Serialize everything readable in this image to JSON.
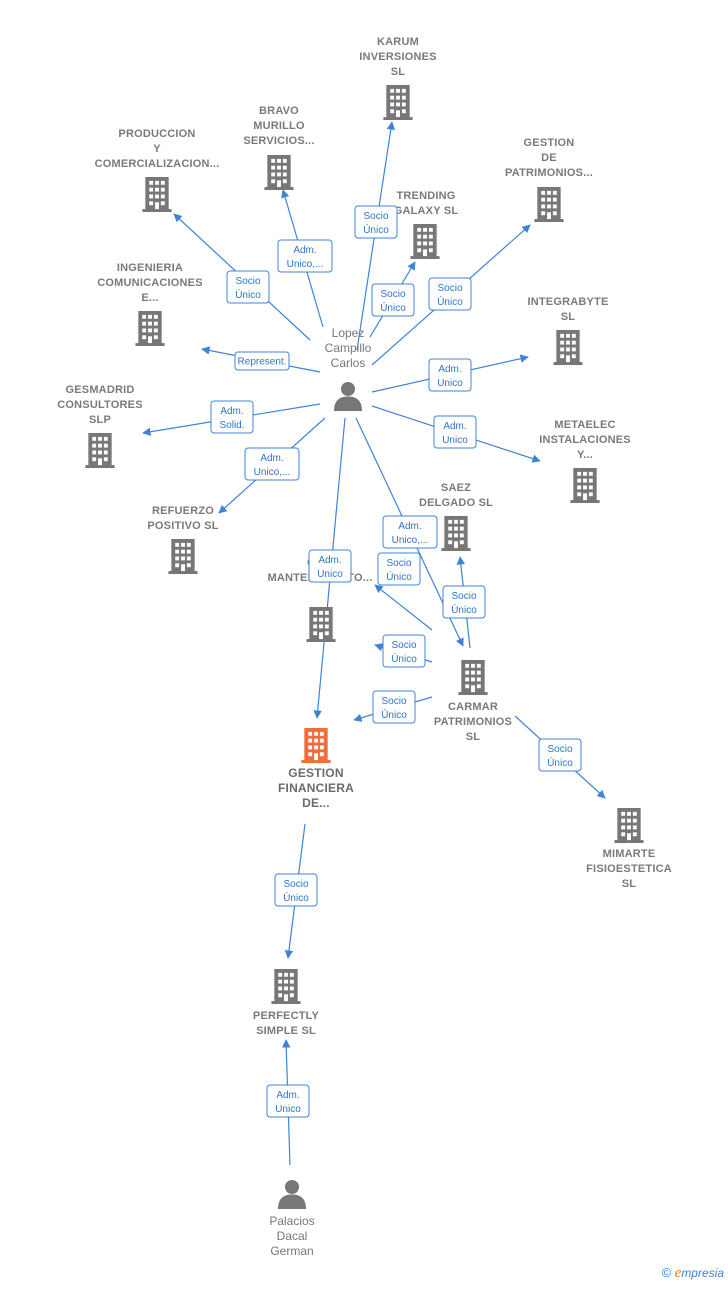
{
  "colors": {
    "edge": "#3f83d6",
    "building": "#777777",
    "focus_building": "#f26b3a",
    "badge_text": "#2f74c9",
    "label": "#7a7a7a"
  },
  "nodes": [
    {
      "id": "karum",
      "type": "company",
      "label": [
        "KARUM",
        "INVERSIONES",
        "SL"
      ]
    },
    {
      "id": "bravo",
      "type": "company",
      "label": [
        "BRAVO",
        "MURILLO",
        "SERVICIOS..."
      ]
    },
    {
      "id": "produccion",
      "type": "company",
      "label": [
        "PRODUCCION",
        "Y",
        "COMERCIALIZACION..."
      ]
    },
    {
      "id": "trending",
      "type": "company",
      "label": [
        "TRENDING",
        "GALAXY SL"
      ]
    },
    {
      "id": "gestion_patr",
      "type": "company",
      "label": [
        "GESTION",
        "DE",
        "PATRIMONIOS..."
      ]
    },
    {
      "id": "ingenieria",
      "type": "company",
      "label": [
        "INGENIERIA",
        "COMUNICACIONES",
        "E..."
      ]
    },
    {
      "id": "integrabyte",
      "type": "company",
      "label": [
        "INTEGRABYTE",
        "SL"
      ]
    },
    {
      "id": "lopez",
      "type": "person",
      "label": [
        "Lopez",
        "Campillo",
        "Carlos"
      ]
    },
    {
      "id": "gesmadrid",
      "type": "company",
      "label": [
        "GESMADRID",
        "CONSULTORES",
        "SLP"
      ]
    },
    {
      "id": "metaelec",
      "type": "company",
      "label": [
        "METAELEC",
        "INSTALACIONES",
        "Y..."
      ]
    },
    {
      "id": "saez",
      "type": "company",
      "label": [
        "SAEZ",
        "DELGADO SL"
      ]
    },
    {
      "id": "refuerzo",
      "type": "company",
      "label": [
        "REFUERZO",
        "POSITIVO SL"
      ]
    },
    {
      "id": "ge_mant",
      "type": "company",
      "label": [
        "GE...",
        "MANTENIMIENTO..."
      ]
    },
    {
      "id": "carmar",
      "type": "company",
      "label": [
        "CARMAR",
        "PATRIMONIOS",
        "SL"
      ]
    },
    {
      "id": "gestion_fin",
      "type": "focus",
      "label": [
        "GESTION",
        "FINANCIERA",
        "DE..."
      ]
    },
    {
      "id": "mimarte",
      "type": "company",
      "label": [
        "MIMARTE",
        "FISIOESTETICA",
        "SL"
      ]
    },
    {
      "id": "perfectly",
      "type": "company",
      "label": [
        "PERFECTLY",
        "SIMPLE SL"
      ]
    },
    {
      "id": "palacios",
      "type": "person",
      "label": [
        "Palacios",
        "Dacal",
        "German"
      ]
    }
  ],
  "edges": [
    {
      "from": "lopez",
      "to": "karum",
      "label": [
        "Socio",
        "Único"
      ]
    },
    {
      "from": "lopez",
      "to": "bravo",
      "label": [
        "Adm.",
        "Unico,..."
      ]
    },
    {
      "from": "lopez",
      "to": "produccion",
      "label": [
        "Socio",
        "Único"
      ]
    },
    {
      "from": "lopez",
      "to": "trending",
      "label": [
        "Socio",
        "Único"
      ]
    },
    {
      "from": "lopez",
      "to": "gestion_patr",
      "label": [
        "Socio",
        "Único"
      ]
    },
    {
      "from": "lopez",
      "to": "ingenieria",
      "label": [
        "Represent."
      ]
    },
    {
      "from": "lopez",
      "to": "integrabyte",
      "label": [
        "Adm.",
        "Unico"
      ]
    },
    {
      "from": "lopez",
      "to": "gesmadrid",
      "label": [
        "Adm.",
        "Solid."
      ]
    },
    {
      "from": "lopez",
      "to": "metaelec",
      "label": [
        "Adm.",
        "Unico"
      ]
    },
    {
      "from": "lopez",
      "to": "refuerzo",
      "label": [
        "Adm.",
        "Unico,..."
      ]
    },
    {
      "from": "lopez",
      "to": "carmar",
      "label": [
        "Adm.",
        "Unico,..."
      ]
    },
    {
      "from": "lopez",
      "to": "gestion_fin",
      "label": [
        "Adm.",
        "Unico"
      ]
    },
    {
      "from": "carmar",
      "to": "ge_mant",
      "label": [
        "Socio",
        "Único"
      ]
    },
    {
      "from": "carmar",
      "to": "saez",
      "label": [
        "Socio",
        "Único"
      ]
    },
    {
      "from": "carmar",
      "to": "ge_mant",
      "label": [
        "Socio",
        "Único"
      ]
    },
    {
      "from": "carmar",
      "to": "gestion_fin",
      "label": [
        "Socio",
        "Único"
      ]
    },
    {
      "from": "carmar",
      "to": "mimarte",
      "label": [
        "Socio",
        "Único"
      ]
    },
    {
      "from": "gestion_fin",
      "to": "perfectly",
      "label": [
        "Socio",
        "Único"
      ]
    },
    {
      "from": "palacios",
      "to": "perfectly",
      "label": [
        "Adm.",
        "Unico"
      ]
    }
  ],
  "footer": {
    "copyright": "©",
    "brand_initial": "e",
    "brand_rest": "mpresia"
  }
}
